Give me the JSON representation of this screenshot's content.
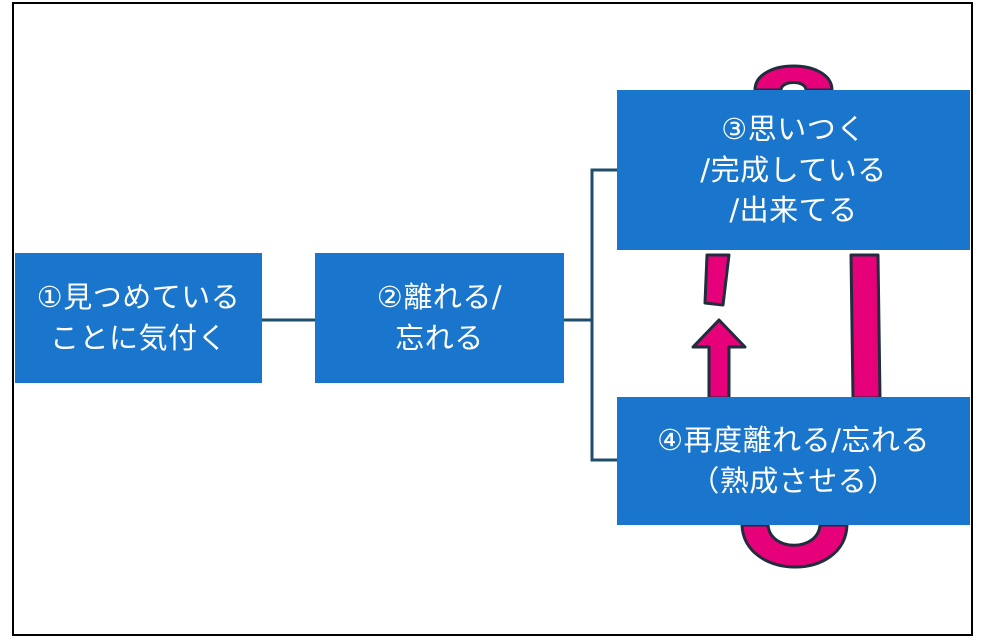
{
  "boxes": {
    "step1": {
      "line1": "①見つめている",
      "line2": "ことに気付く"
    },
    "step2": {
      "line1": "②離れる/",
      "line2": "忘れる"
    },
    "step3": {
      "line1": "③思いつく",
      "line2": "/完成している",
      "line3": "/出来てる"
    },
    "step4": {
      "line1": "④再度離れる/忘れる",
      "line2": "（熟成させる）"
    }
  },
  "colors": {
    "box_fill": "#1a76cc",
    "box_text": "#ffffff",
    "connector": "#1f4e6b",
    "loop_fill": "#e6007a",
    "loop_outline": "#1f2d3d",
    "frame": "#000000"
  }
}
